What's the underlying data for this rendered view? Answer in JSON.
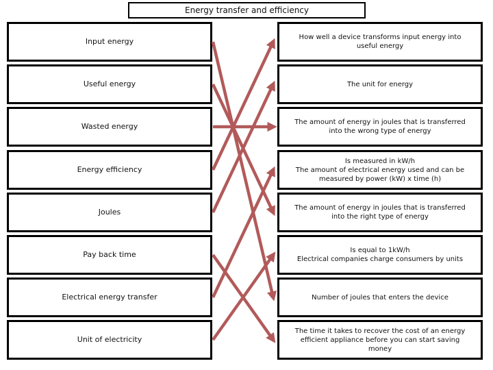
{
  "title": "Energy transfer and efficiency",
  "left_terms": [
    "Input energy",
    "Useful energy",
    "Wasted energy",
    "Energy efficiency",
    "Joules",
    "Pay back time",
    "Electrical energy transfer",
    "Unit of electricity"
  ],
  "right_definitions": [
    "How well a device transforms input energy into\nuseful energy",
    "The unit for energy",
    "The amount of energy in joules that is transferred\ninto the wrong type of energy",
    "Is measured in kW/h\nThe amount of electrical energy used and can be\nmeasured by power (kW) x time (h)",
    "The amount of energy in joules that is transferred\ninto the right type of energy",
    "Is equal to 1kW/h\nElectrical companies charge consumers by units",
    "Number of joules that enters the device",
    "The time it takes to recover the cost of an energy\nefficient appliance before you can start saving\nmoney"
  ],
  "connections": [
    {
      "from": 0,
      "to": 6
    },
    {
      "from": 1,
      "to": 4
    },
    {
      "from": 2,
      "to": 2
    },
    {
      "from": 3,
      "to": 0
    },
    {
      "from": 4,
      "to": 1
    },
    {
      "from": 5,
      "to": 7
    },
    {
      "from": 6,
      "to": 3
    },
    {
      "from": 7,
      "to": 5
    }
  ],
  "colors": {
    "arrow": "#b25a5a",
    "border": "#000000",
    "background": "#ffffff"
  }
}
